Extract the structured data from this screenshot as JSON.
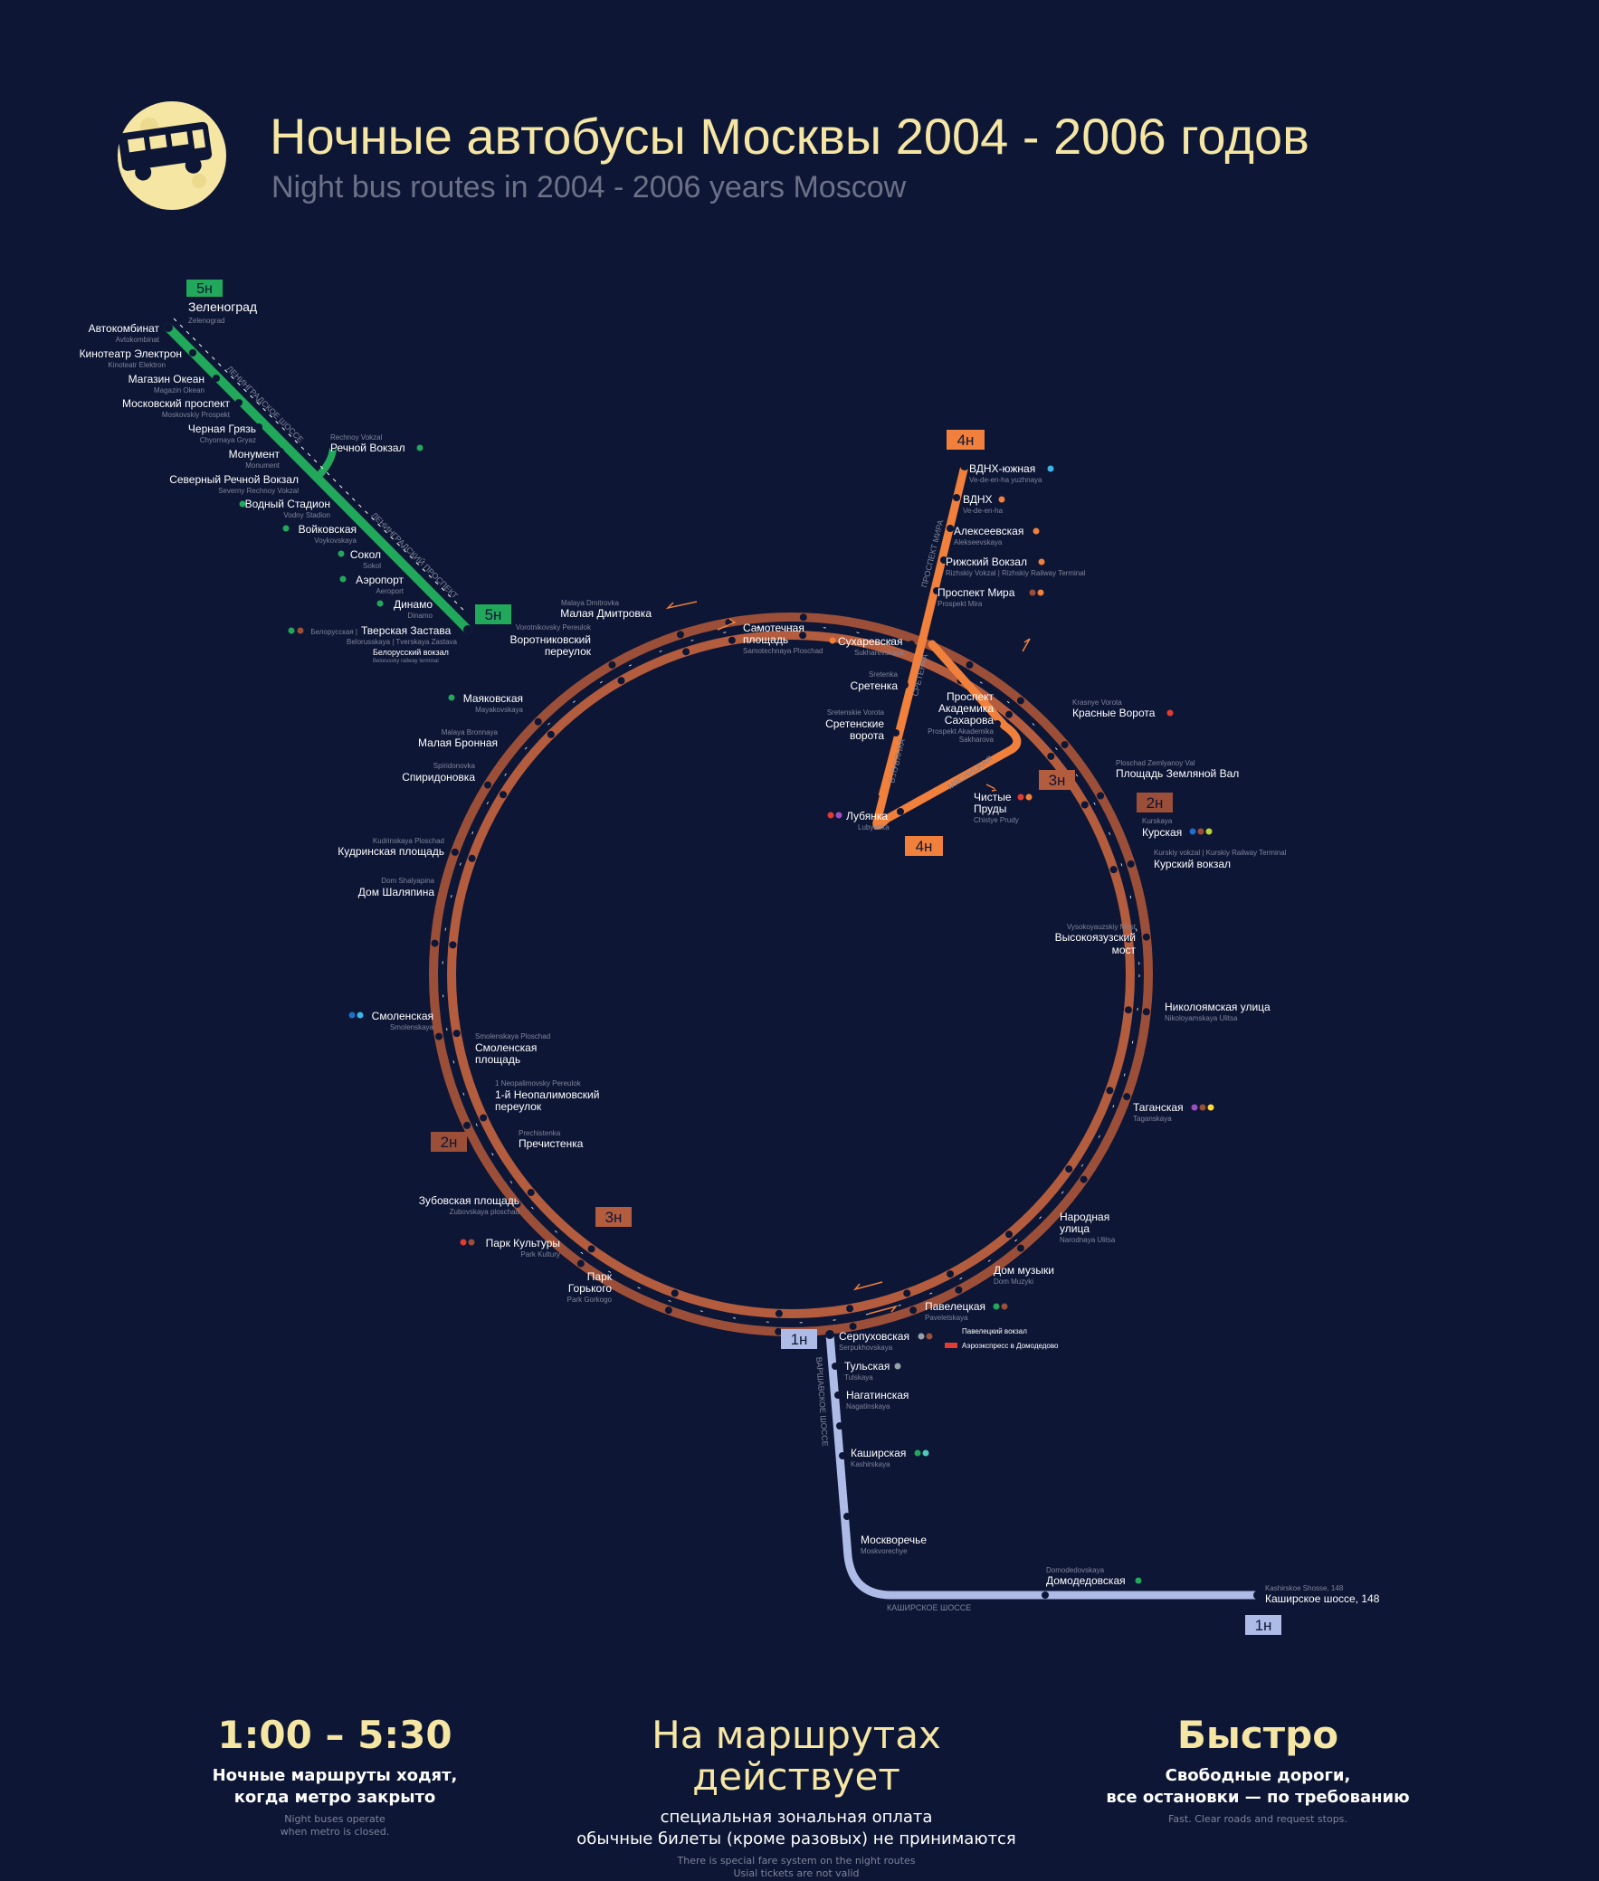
{
  "header": {
    "title_ru": "Ночные автобусы Москвы 2004 - 2006 годов",
    "title_en": "Night bus routes in 2004 - 2006 years Moscow"
  },
  "colors": {
    "background": "#0d1635",
    "route_1n": "#aebbe6",
    "route_2n": "#9c4f38",
    "route_3n": "#b45c3e",
    "route_4n": "#f0803c",
    "route_5n": "#22a85a",
    "title": "#f5e6a4",
    "subtitle": "#6b7187",
    "station_en": "#7e8499"
  },
  "route_badges": {
    "r5n": "5н",
    "r4n": "4н",
    "r3n": "3н",
    "r2n": "2н",
    "r1n": "1н"
  },
  "street_labels": {
    "leningradskoe": "ЛЕНИНГРАДСКОЕ ШОССЕ",
    "leningradsky": "ЛЕНИНГРАДСКИЙ ПРОСПЕКТ",
    "prospekt_mira": "ПРОСПЕКТ МИРА",
    "sretenka": "СРЕТЕНКА",
    "lubyanka": "Б.ЛУБЯНКА",
    "myasnitskaya": "МЯСНИЦКАЯ",
    "varshavskoe": "ВАРШАВСКОЕ ШОССЕ",
    "kashirskoe": "КАШИРСКОЕ ШОССЕ"
  },
  "stations": {
    "zelenograd": {
      "ru": "Зеленоград",
      "en": "Zelenograd"
    },
    "avtokombinat": {
      "ru": "Автокомбинат",
      "en": "Avtokombinat"
    },
    "kinoteatr": {
      "ru": "Кинотеатр Электрон",
      "en": "Kinoteatr Elektron"
    },
    "okean": {
      "ru": "Магазин Океан",
      "en": "Magazin Okean"
    },
    "moskovsky": {
      "ru": "Московский проспект",
      "en": "Moskovskiy Prospekt"
    },
    "chernaya": {
      "ru": "Черная Грязь",
      "en": "Chyornaya Gryaz"
    },
    "monument": {
      "ru": "Монумент",
      "en": "Monument"
    },
    "sev_rech": {
      "ru": "Северный Речной Вокзал",
      "en": "Severny Rechnoy Vokzal"
    },
    "rechnoy": {
      "ru": "Речной Вокзал",
      "en": "Rechnoy Vokzal"
    },
    "vodny": {
      "ru": "Водный Стадион",
      "en": "Vodny Stadion"
    },
    "voykovskaya": {
      "ru": "Войковская",
      "en": "Voykovskaya"
    },
    "sokol": {
      "ru": "Сокол",
      "en": "Sokol"
    },
    "aeroport": {
      "ru": "Аэропорт",
      "en": "Aeroport"
    },
    "dinamo": {
      "ru": "Динамо",
      "en": "Dinamo"
    },
    "tverskaya": {
      "ru": "Тверская Застава",
      "en": "Belorusskaya | Tverskaya Zastava"
    },
    "belorussky_vokzal": {
      "ru": "Белорусский вокзал",
      "en": "Belorussky railway terminal"
    },
    "belorusskaya_small": "Белорусская |",
    "malaya_dm": {
      "ru": "Малая Дмитровка",
      "en": "Malaya Dmitrovka"
    },
    "vorotnikovsky": {
      "ru1": "Воротниковский",
      "ru2": "переулок",
      "en": "Vorotnikovsky Pereulok"
    },
    "samotechnaya": {
      "ru1": "Самотечная",
      "ru2": "площадь",
      "en": "Samotechnaya Ploschad"
    },
    "mayakovskaya": {
      "ru": "Маяковская",
      "en": "Mayakovskaya"
    },
    "malaya_bronnaya": {
      "ru": "Малая Бронная",
      "en": "Malaya Bronnaya"
    },
    "spiridonovka": {
      "ru": "Спиридоновка",
      "en": "Spiridonovka"
    },
    "kudrinskaya": {
      "ru": "Кудринская площадь",
      "en": "Kudrinskaya Ploschad"
    },
    "shalyapina": {
      "ru": "Дом Шаляпина",
      "en": "Dom Shalyapina"
    },
    "smolenskaya": {
      "ru": "Смоленская",
      "en": "Smolenskaya"
    },
    "smol_ploschad": {
      "ru1": "Смоленская",
      "ru2": "площадь",
      "en": "Smolenskaya Ploschad"
    },
    "neopalimovsky": {
      "ru1": "1-й Неопалимовский",
      "ru2": "переулок",
      "en": "1 Neopalimovsky Pereulok"
    },
    "prechistenka": {
      "ru": "Пречистенка",
      "en": "Prechistenka"
    },
    "zubovskaya": {
      "ru": "Зубовская площадь",
      "en": "Zubovskaya ploschad"
    },
    "park_kultury": {
      "ru": "Парк Культуры",
      "en": "Park Kultury"
    },
    "park_gorkogo": {
      "ru1": "Парк",
      "ru2": "Горького",
      "en": "Park Gorkogo"
    },
    "vdnh_south": {
      "ru": "ВДНХ-южная",
      "en": "Ve-de-en-ha yuzhnaya"
    },
    "vdnh": {
      "ru": "ВДНХ",
      "en": "Ve-de-en-ha"
    },
    "alekseevskaya": {
      "ru": "Алексеевская",
      "en": "Alekseevskaya"
    },
    "rizhsky": {
      "ru": "Рижский Вокзал",
      "en": "Rizhskiy Vokzal | Rizhskiy Railway Terminal"
    },
    "prospekt_mira": {
      "ru": "Проспект Мира",
      "en": "Prospekt Mira"
    },
    "sukharevskaya": {
      "ru": "Сухаревская",
      "en": "Sukharevskaya"
    },
    "sretenka": {
      "ru": "Сретенка",
      "en": "Sretenka"
    },
    "sretenskie": {
      "ru1": "Сретенские",
      "ru2": "ворота",
      "en": "Sretenskie Vorota"
    },
    "sakharova": {
      "ru1": "Проспект",
      "ru2": "Академика",
      "ru3": "Сахарова",
      "en1": "Prospekt Akademika",
      "en2": "Sakharova"
    },
    "lubyanka": {
      "ru": "Лубянка",
      "en": "Lubyanka"
    },
    "chistye": {
      "ru1": "Чистые",
      "ru2": "Пруды",
      "en": "Chistye Prudy"
    },
    "krasnye": {
      "ru": "Красные Ворота",
      "en": "Krasnye Vorota"
    },
    "zemlyanoy": {
      "ru": "Площадь Земляной Вал",
      "en": "Ploschad Zemlyanoy Val"
    },
    "kurskaya": {
      "ru": "Курская",
      "en": "Kurskaya"
    },
    "kursky_vokzal": {
      "ru": "Курский вокзал",
      "en": "Kurskiy vokzal | Kurskiy Railway Terminal"
    },
    "vysokoyauzsky": {
      "ru1": "Высокоязузский",
      "ru2": "мост",
      "en": "Vysokoyauzskiy Most"
    },
    "nikoloyamskaya": {
      "ru": "Николоямская улица",
      "en": "Nikoloyamskaya Ulitsa"
    },
    "taganskaya": {
      "ru": "Таганская",
      "en": "Taganskaya"
    },
    "narodnaya": {
      "ru1": "Народная",
      "ru2": "улица",
      "en": "Narodnaya Ulitsa"
    },
    "dom_muzyki": {
      "ru": "Дом музыки",
      "en": "Dom Muzyki"
    },
    "paveletskaya": {
      "ru": "Павелецкая",
      "en": "Paveletskaya"
    },
    "paveletsky_vokzal": "Павелецкий вокзал",
    "aeroexpress": "Аэроэкспресс в Домодедово",
    "serpukhovskaya": {
      "ru": "Серпуховская",
      "en": "Serpukhovskaya"
    },
    "tulskaya": {
      "ru": "Тульская",
      "en": "Tulskaya"
    },
    "nagatinskaya": {
      "ru": "Нагатинская",
      "en": "Nagatinskaya"
    },
    "kashirskaya": {
      "ru": "Каширская",
      "en": "Kashirskaya"
    },
    "moskvorechye": {
      "ru": "Москворечье",
      "en": "Moskvorechye"
    },
    "domodedovskaya": {
      "ru": "Домодедовская",
      "en": "Domodedovskaya"
    },
    "kashirskoe148": {
      "ru": "Каширское шоссе, 148",
      "en": "Kashirskoe Shosse, 148"
    }
  },
  "footer": {
    "time": {
      "big": "1:00 – 5:30",
      "line1": "Ночные маршруты ходят,",
      "line2": "когда метро закрыто",
      "en1": "Night buses operate",
      "en2": "when metro is closed."
    },
    "fare": {
      "big": "На маршрутах действует",
      "line1": "специальная зональная оплата",
      "line2": "обычные билеты (кроме разовых) не принимаются",
      "en1": "There is special fare system on the night routes",
      "en2": "Usial tickets are not valid"
    },
    "fast": {
      "big": "Быстро",
      "line1": "Свободные дороги,",
      "line2": "все остановки — по требованию",
      "en1": "Fast. Clear roads and request stops."
    }
  }
}
